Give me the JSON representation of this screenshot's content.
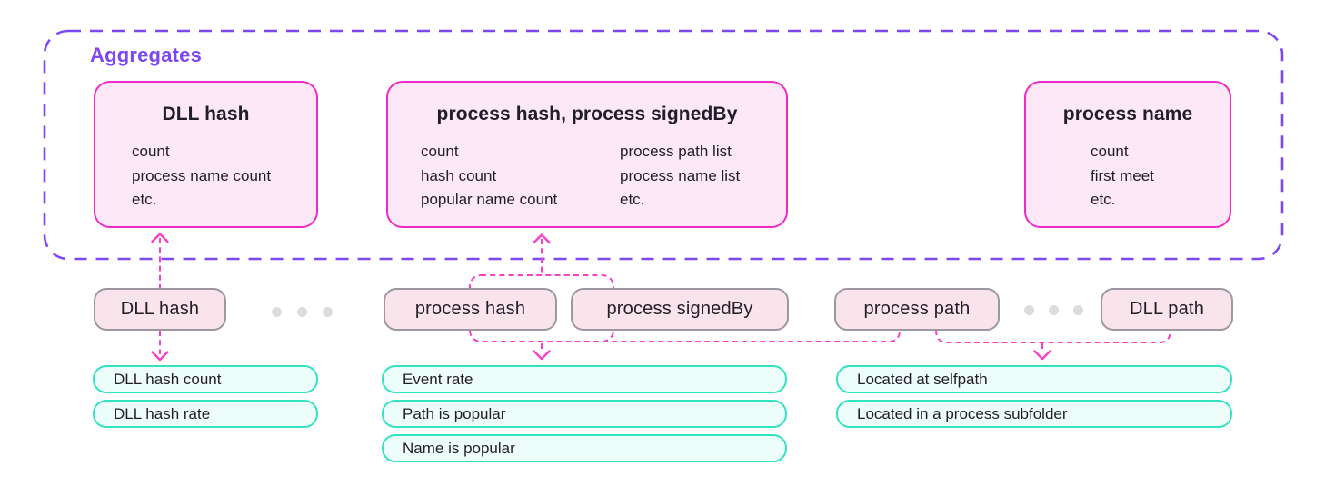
{
  "aggregates": {
    "label": "Aggregates",
    "boxes": [
      {
        "title": "DLL hash",
        "items": [
          "count",
          "process name count",
          "etc."
        ]
      },
      {
        "title": "process hash, process signedBy",
        "items_left": [
          "count",
          "hash count",
          "popular name count"
        ],
        "items_right": [
          "process path list",
          "process name list",
          "etc."
        ]
      },
      {
        "title": "process name",
        "items": [
          "count",
          "first meet",
          "etc."
        ]
      }
    ]
  },
  "fields": {
    "dll_hash": "DLL hash",
    "process_hash": "process hash",
    "process_signedby": "process signedBy",
    "process_path": "process path",
    "dll_path": "DLL path"
  },
  "detects": {
    "left": [
      "DLL hash count",
      "DLL hash rate"
    ],
    "middle": [
      "Event rate",
      "Path is popular",
      "Name is popular"
    ],
    "right": [
      "Located at selfpath",
      "Located in a process subfolder"
    ]
  },
  "colors": {
    "purple": "#7d47f3",
    "magenta": "#ef2bc5",
    "pink-fill": "#fce8f6",
    "connector": "#f840c8",
    "pill-fill": "#f9e4ec",
    "pill-border": "#9d97a2",
    "teal-border": "#31e3c3",
    "teal-fill": "#edfdf9",
    "dot": "#dcdcdc",
    "text": "#221e29"
  }
}
